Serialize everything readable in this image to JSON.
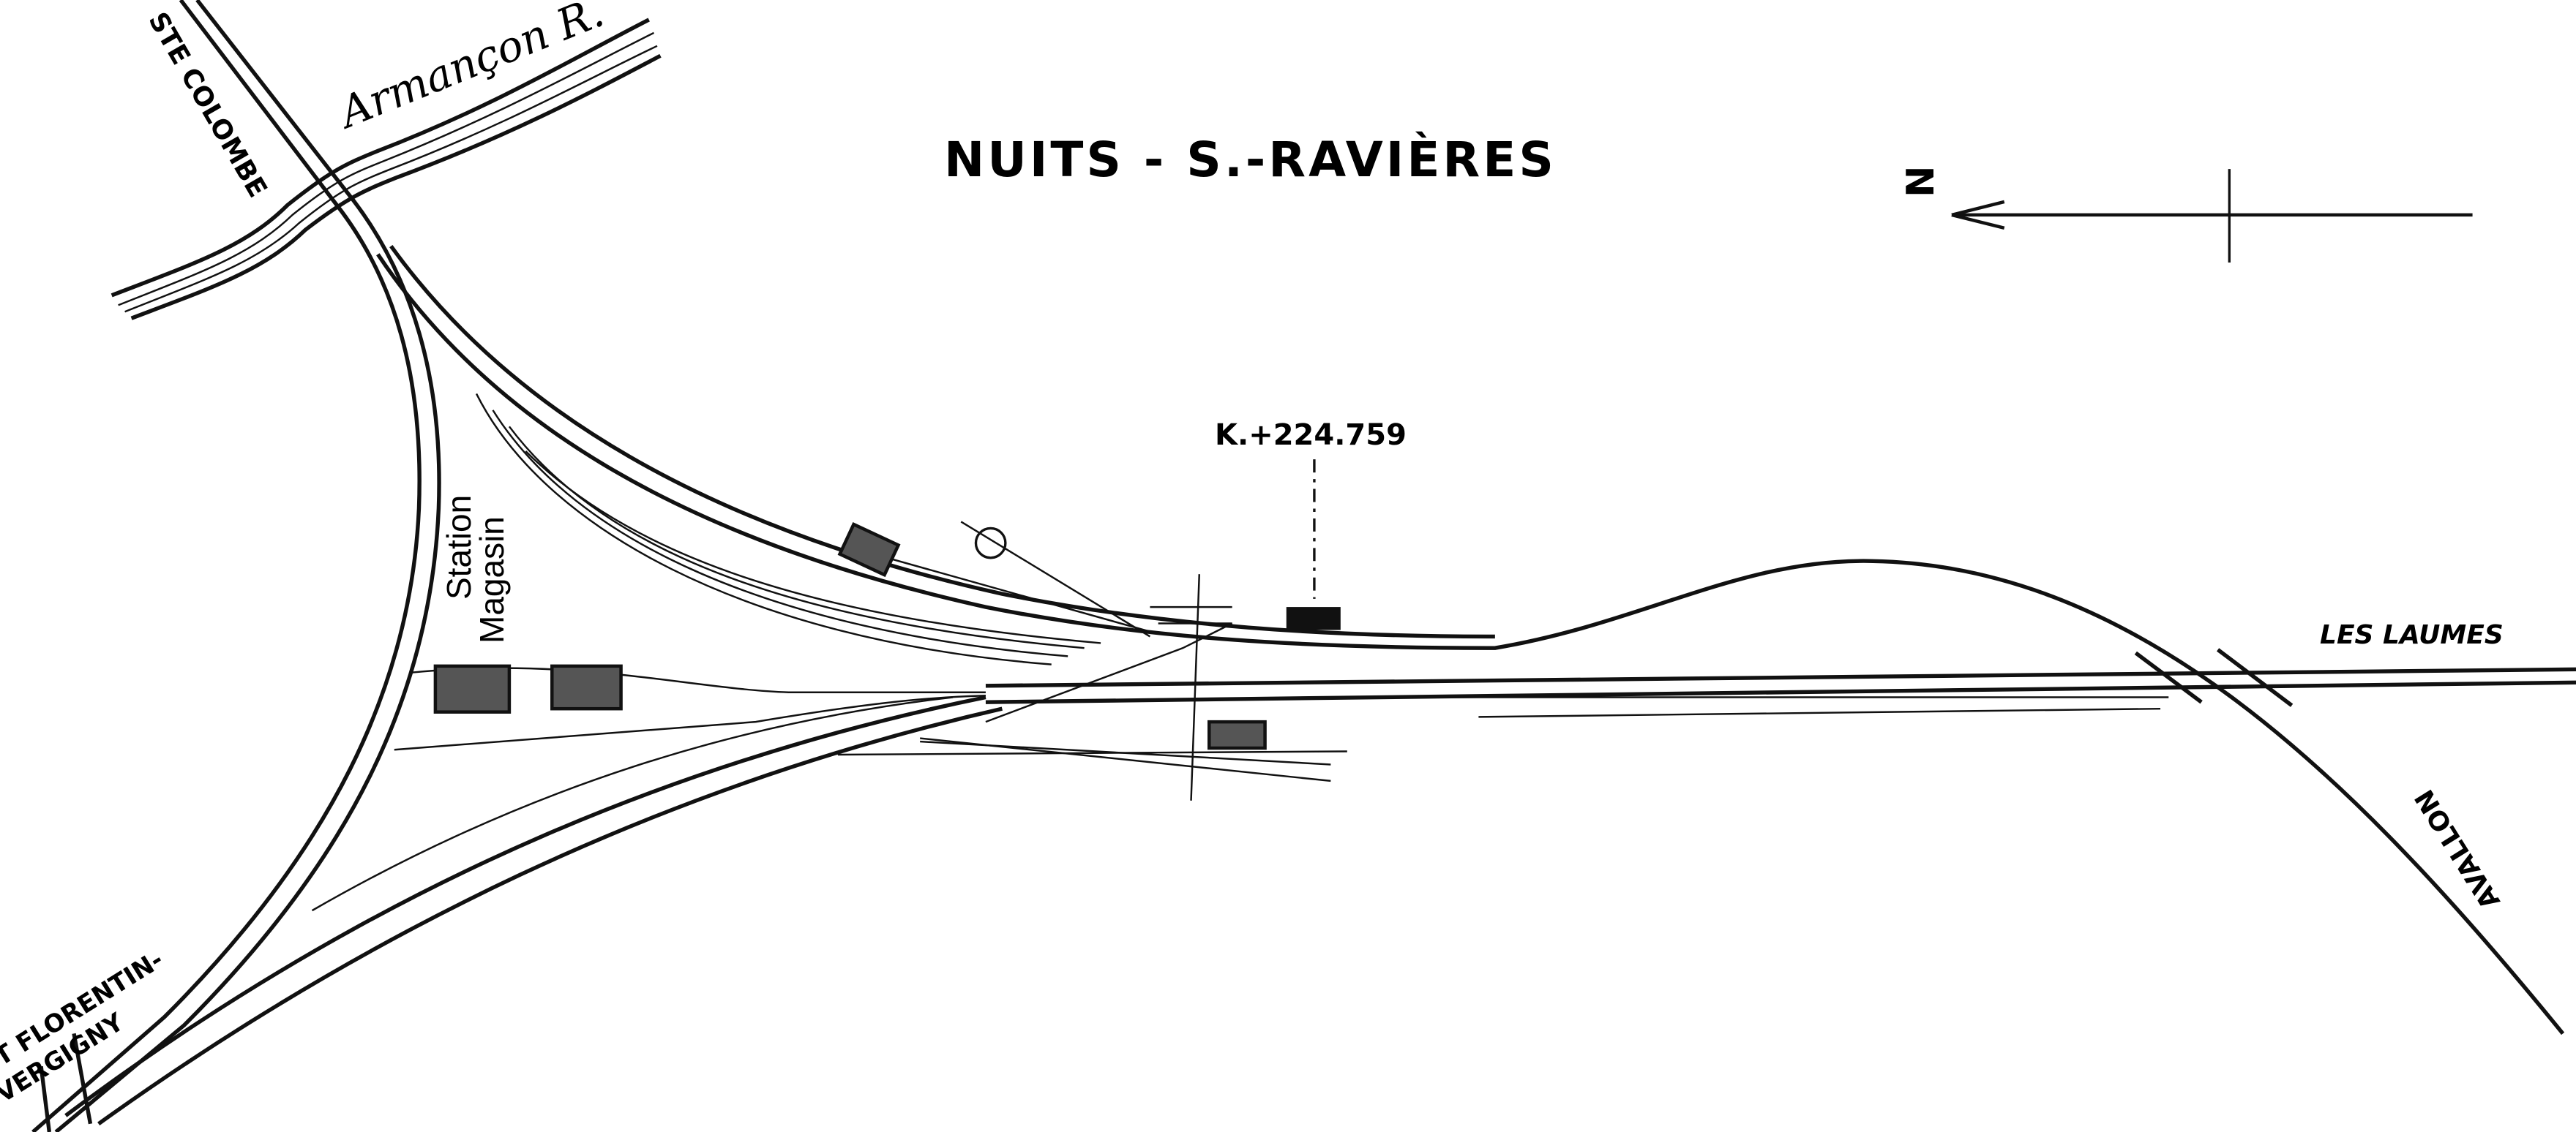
{
  "title": "NUITS - S.-RAVIÈRES",
  "kilometre_marker": "K.+224.759",
  "river": "Armançon R.",
  "destinations": {
    "north_west": "STE COLOMBE",
    "south_west": "ST FLORENTIN-VERGIGNY",
    "east": "LES LAUMES",
    "south_east": "AVALLON"
  },
  "buildings": {
    "station": "Station",
    "magasin": "Magasin"
  },
  "north_arrow": "N",
  "colors": {
    "ink": "#111111",
    "paper": "#ffffff"
  }
}
